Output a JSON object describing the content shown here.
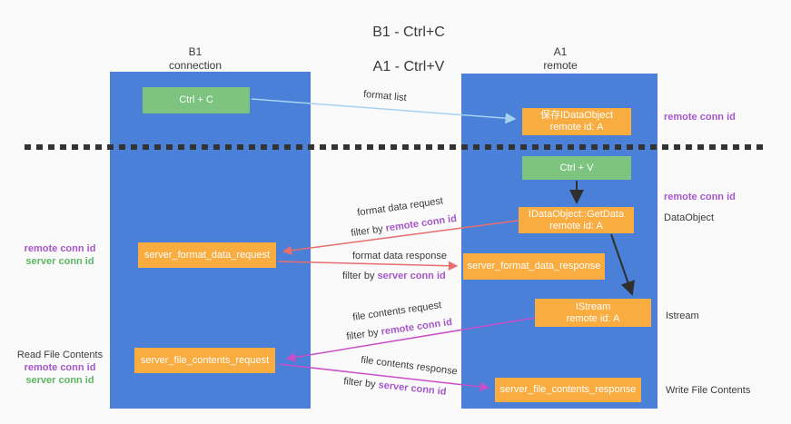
{
  "title": {
    "line1": "B1 - Ctrl+C",
    "line2": "A1 - Ctrl+V"
  },
  "columns": {
    "left": {
      "header_line1": "B1",
      "header_line2": "connection"
    },
    "right": {
      "header_line1": "A1",
      "header_line2": "remote"
    }
  },
  "boxes": {
    "ctrl_c": "Ctrl + C",
    "ctrl_v": "Ctrl + V",
    "save_dataobject_line1": "保存IDataObject",
    "save_dataobject_line2": "remote id: A",
    "getdata_line1": "IDataObject::GetData",
    "getdata_line2": "remote id: A",
    "istream_line1": "IStream",
    "istream_line2": "remote id: A",
    "format_request": "server_format_data_request",
    "format_response": "server_format_data_response",
    "file_request": "server_file_contents_request",
    "file_response": "server_file_contents_response"
  },
  "arrow_labels": {
    "format_list": "format list",
    "format_data_request": "format data request",
    "format_data_response": "format data response",
    "file_contents_request": "file contents request",
    "file_contents_response": "file contents response",
    "filter_by": "filter by",
    "remote_conn_id": "remote conn id",
    "server_conn_id": "server conn id"
  },
  "side_labels": {
    "remote_conn_id": "remote conn id",
    "server_conn_id": "server conn id",
    "dataobject": "DataObject",
    "istream": "Istream",
    "read_file_contents": "Read File Contents",
    "write_file_contents": "Write File Contents"
  },
  "colors": {
    "lifeline_blue": "#4a80d8",
    "box_green": "#7cc47f",
    "box_orange": "#f9ac40",
    "arrow_light_blue": "#a6d3f2",
    "arrow_black": "#2f2f2f",
    "arrow_red": "#e96e6e",
    "arrow_magenta": "#c84fc8",
    "text_purple": "#a657c9",
    "text_green": "#5db661"
  }
}
